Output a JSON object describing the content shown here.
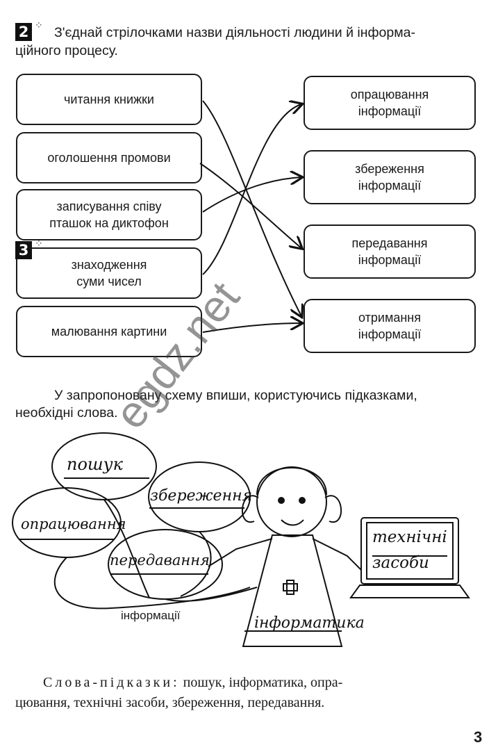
{
  "task2": {
    "number": "2",
    "line1": "З'єднай стрілочками назви діяльності людини й інформа-",
    "line2": "ційного процесу.",
    "activities": [
      {
        "line1": "читання книжки",
        "line2": ""
      },
      {
        "line1": "оголошення промови",
        "line2": ""
      },
      {
        "line1": "записування співу",
        "line2": "пташок на диктофон"
      },
      {
        "line1": "знаходження",
        "line2": "суми чисел"
      },
      {
        "line1": "малювання картини",
        "line2": ""
      }
    ],
    "processes": [
      {
        "line1": "опрацювання",
        "line2": "інформації"
      },
      {
        "line1": "збереження",
        "line2": "інформації"
      },
      {
        "line1": "передавання",
        "line2": "інформації"
      },
      {
        "line1": "отримання",
        "line2": "інформації"
      }
    ]
  },
  "task3": {
    "number": "3",
    "line1": "У запропоновану схему впиши, користуючись підказками,",
    "line2": "необхідні слова.",
    "balloons": [
      "пошук",
      "збереження",
      "опрацювання",
      "передавання"
    ],
    "caption": "інформації",
    "laptop_text_line1": "технічні",
    "laptop_text_line2": "засоби",
    "dress_text": "інформатика"
  },
  "hints": {
    "label": "Слова-підказки:",
    "line1_rest": " пошук, інформатика, опра-",
    "line2": "цювання, технічні засоби, збереження, передавання."
  },
  "watermark": "egdz.net",
  "page_number": "3"
}
